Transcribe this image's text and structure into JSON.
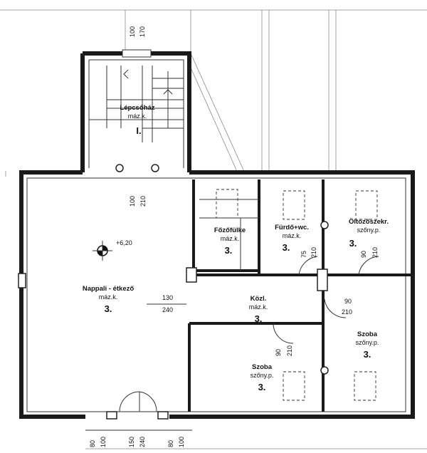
{
  "rooms": {
    "stair": {
      "name": "Lépcsőház",
      "floor": "máz.k.",
      "level": "I."
    },
    "kitchen": {
      "name": "Főzőfülke",
      "floor": "máz.k.",
      "level": "3."
    },
    "bath": {
      "name": "Fürdő+wc.",
      "floor": "máz.k.",
      "level": "3."
    },
    "dressing": {
      "name": "Öltözőszekr.",
      "floor": "szőny.p.",
      "level": "3."
    },
    "living": {
      "name": "Nappali - étkező",
      "floor": "máz.k.",
      "level": "3."
    },
    "hall": {
      "name": "Közl.",
      "floor": "máz.k.",
      "level": "3."
    },
    "room1": {
      "name": "Szoba",
      "floor": "szőny.p.",
      "level": "3."
    },
    "room2": {
      "name": "Szoba",
      "floor": "szőny.p.",
      "level": "3."
    }
  },
  "elevation": "+6,20",
  "dims": {
    "top_a": "100",
    "top_b": "170",
    "stair_door_a": "100",
    "stair_door_b": "210",
    "bath_door_a": "75",
    "bath_door_b": "210",
    "dress_door_a": "90",
    "dress_door_b": "210",
    "hall_right_a": "90",
    "hall_right_b": "210",
    "opening_a": "130",
    "opening_b": "240",
    "room_door_a": "90",
    "room_door_b": "210",
    "bottom": [
      "80",
      "100",
      "150",
      "240",
      "80",
      "100"
    ]
  }
}
